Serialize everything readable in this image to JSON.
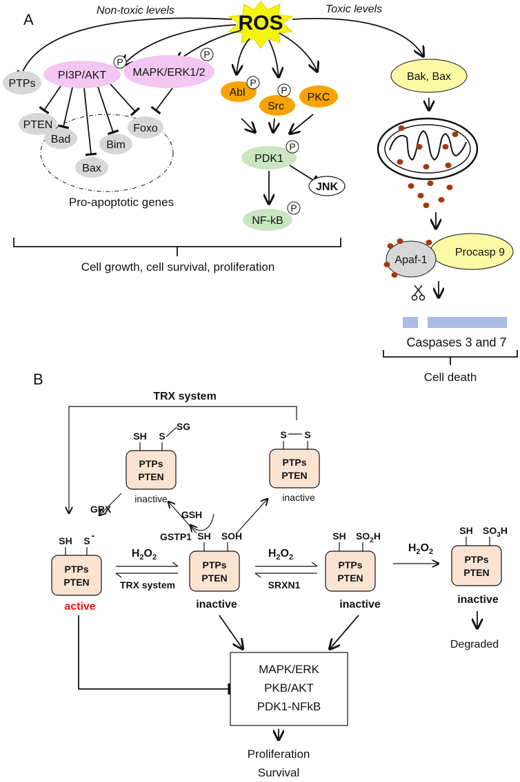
{
  "panel_a": {
    "label": "A",
    "ros": "ROS",
    "non_toxic": "Non-toxic levels",
    "toxic": "Toxic levels",
    "ptps": "PTPs",
    "pi3p_akt": "PI3P/AKT",
    "mapk_erk": "MAPK/ERK1/2",
    "phospho": "P",
    "pten": "PTEN",
    "bad": "Bad",
    "bax": "Bax",
    "bim": "Bim",
    "foxo": "Foxo",
    "pro_apoptotic": "Pro-apoptotic genes",
    "abl": "Abl",
    "src": "Src",
    "pkc": "PKC",
    "pdk1": "PDK1",
    "jnk": "JNK",
    "nfkb": "NF-kB",
    "growth": "Cell growth, cell survival, proliferation",
    "bak_bax": "Bak, Bax",
    "apaf": "Apaf-1",
    "procasp": "Procasp 9",
    "caspases": "Caspases 3 and 7",
    "cell_death": "Cell death"
  },
  "panel_b": {
    "label": "B",
    "trx_system_top": "TRX system",
    "sh": "SH",
    "s": "S",
    "sg": "SG",
    "s_minus": "S",
    "minus": "-",
    "soh": "SOH",
    "so2h_pre": "SO",
    "so2h_sub": "2",
    "so2h_post": "H",
    "so3h_pre": "SO",
    "so3h_sub": "3",
    "so3h_post": "H",
    "box_line1": "PTPs",
    "box_line2": "PTEN",
    "inactive": "inactive",
    "active": "active",
    "grx": "GRX",
    "gsh": "GSH",
    "gstp1": "GSTP1",
    "h2o2_pre": "H",
    "h2o2_sub": "2",
    "h2o2_mid": "O",
    "trx_system": "TRX system",
    "srxn1": "SRXN1",
    "degraded": "Degraded",
    "pathways": [
      "MAPK/ERK",
      "PKB/AKT",
      "PDK1-NFkB"
    ],
    "outcome_1": "Proliferation",
    "outcome_2": "Survival"
  },
  "colors": {
    "pink": "#f4c6f2",
    "gray": "#d7d7d7",
    "orange": "#f7a400",
    "green": "#c8e6c0",
    "yellow": "#fafaa5",
    "peach": "#fbe3d2",
    "caspase_bar": "#a9bce4",
    "droplet": "#a33a0c",
    "active_red": "#ee1111",
    "ros_star": "#f4f40f"
  }
}
